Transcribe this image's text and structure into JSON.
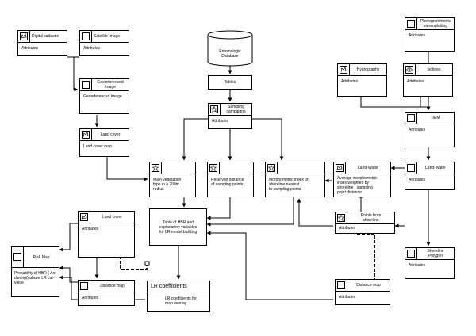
{
  "nodes": {
    "digital_cadastre": {
      "title": "Digital cadastre",
      "body": "Attributes",
      "icon": "map-outline-icon"
    },
    "satellite_image": {
      "title": "Satellite Image",
      "body": "Attributes",
      "icon": "square-icon"
    },
    "georeferenced_image": {
      "title": "Georeferenced Image",
      "body": "Georeferenced Image",
      "icon": "square-icon"
    },
    "land_cover_top": {
      "title": "Land cover",
      "body": "Land cover map",
      "icon": "map-outline-icon"
    },
    "entomologic_db": {
      "title_line1": "Entomologic",
      "title_line2": "Database"
    },
    "tables": {
      "title": "Tables"
    },
    "sampling_campaign": {
      "title_line1": "Sampling",
      "title_line2": "campaigns",
      "body": "Attributes",
      "icon": "star-icon"
    },
    "photogrammetric": {
      "title_line1": "Photogrammetric",
      "title_line2": "stereoplotting",
      "body": "Attributes",
      "icon": "square-icon"
    },
    "hydrography": {
      "title": "Hydrography",
      "body": "Attributes",
      "icon": "map-outline-icon"
    },
    "isolines": {
      "title": "Isolines",
      "body": "Attributes",
      "icon": "isolines-icon"
    },
    "dem": {
      "title": "DEM",
      "body": "Attributes",
      "icon": "square-icon"
    },
    "main_vegetation": {
      "body_line1": "Main vegetation",
      "body_line2": "type in a 200m",
      "body_line3": "radius",
      "icon": "star-icon"
    },
    "reservoir_distance": {
      "body_line1": "Reservoir distance",
      "body_line2": "of sampling points",
      "icon": "star-icon"
    },
    "morphometric": {
      "body_line1": "Morphometric index of",
      "body_line2": "shoreline nearest",
      "body_line3": "to sampling points",
      "icon": "star-icon"
    },
    "land_water_mid": {
      "title": "Land-Water",
      "body_line1": "Average morphometric",
      "body_line2": "index weighted by",
      "body_line3": "shoreline - sampling",
      "body_line4": "point distance",
      "icon": "map-outline-icon"
    },
    "land_water_right": {
      "title": "Land-Water",
      "body": "Attributes",
      "icon": "square-icon"
    },
    "table_hbr": {
      "line1": "Table of HBR and",
      "line2": "explanatory variables",
      "line3": "for LR model building"
    },
    "points_shoreline": {
      "title_line1": "Points from",
      "title_line2": "shoreline",
      "body": "Attributes",
      "icon": "star-icon"
    },
    "land_cover_bottom": {
      "title": "Land cover",
      "body": "Attributes",
      "icon": "map-outline-icon"
    },
    "risk_map": {
      "title": "Risk Map",
      "body_line1_pre": "Probability of HBR (",
      "body_line1_it": "An.",
      "body_line2_it": "darlingi",
      "body_line2_post": ") above LR cut-",
      "body_line3": "value",
      "icon": "square-icon"
    },
    "distance_map_left": {
      "title": "Distance map",
      "body": "Attributes",
      "icon": "square-icon"
    },
    "lr_coefficients": {
      "title": "LR coefficients",
      "body_line1": "LR coefficients for",
      "body_line2": "map overlay"
    },
    "shoreline_polygon": {
      "title_line1": "Shoreline",
      "title_line2": "Polygon",
      "body": "Attributes",
      "icon": "square-icon"
    },
    "distance_map_right": {
      "title": "Distance map",
      "body": "Attributes",
      "icon": "square-icon"
    }
  }
}
